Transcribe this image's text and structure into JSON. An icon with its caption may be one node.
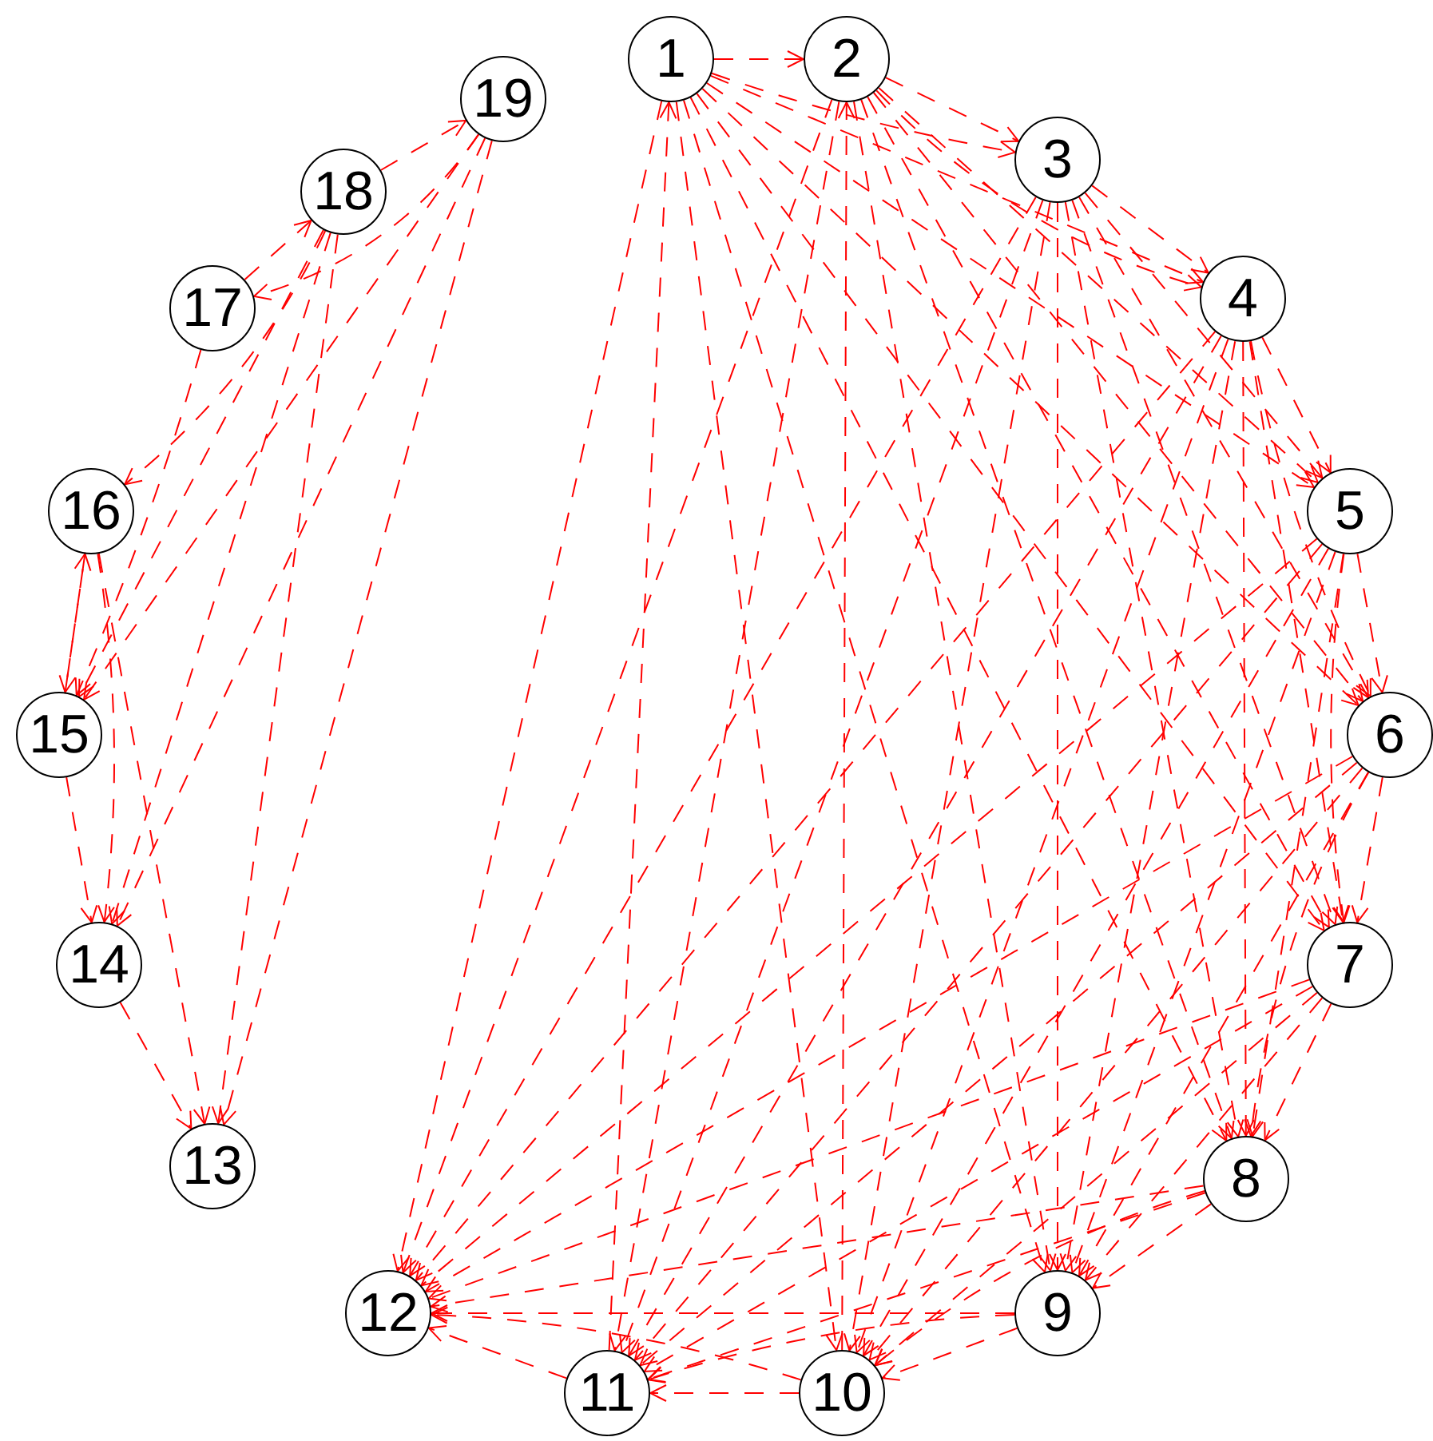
{
  "diagram": {
    "nodes": [
      {
        "text": [
          "1"
        ]
      },
      {
        "text": [
          "2"
        ]
      },
      {
        "text": [
          "3"
        ]
      },
      {
        "text": [
          "4"
        ]
      },
      {
        "text": [
          "5"
        ]
      },
      {
        "text": [
          "6"
        ]
      },
      {
        "text": [
          "7"
        ]
      },
      {
        "text": [
          "8"
        ]
      },
      {
        "text": [
          "9"
        ]
      },
      {
        "text": [
          "10"
        ]
      },
      {
        "text": [
          "11"
        ]
      },
      {
        "text": [
          "12"
        ]
      },
      {
        "text": [
          "13"
        ]
      },
      {
        "text": [
          "14"
        ]
      },
      {
        "text": [
          "15"
        ]
      },
      {
        "text": [
          "16"
        ]
      },
      {
        "text": [
          "17"
        ]
      },
      {
        "text": [
          "18"
        ]
      },
      {
        "text": [
          "19"
        ]
      }
    ],
    "edges": [
      {
        "from": 0,
        "to": 1,
        "arrow": "to"
      },
      {
        "from": 0,
        "to": 2,
        "arrow": "to"
      },
      {
        "from": 0,
        "to": 3,
        "arrow": "to"
      },
      {
        "from": 0,
        "to": 4,
        "arrow": "to"
      },
      {
        "from": 0,
        "to": 5,
        "arrow": "to"
      },
      {
        "from": 0,
        "to": 6,
        "arrow": "to"
      },
      {
        "from": 0,
        "to": 7,
        "arrow": "to"
      },
      {
        "from": 0,
        "to": 8,
        "arrow": "to"
      },
      {
        "from": 0,
        "to": 9,
        "arrow": "to"
      },
      {
        "from": 10,
        "to": 0,
        "arrow": "to"
      },
      {
        "from": 0,
        "to": 11,
        "arrow": "to"
      },
      {
        "from": 1,
        "to": 2,
        "arrow": "to"
      },
      {
        "from": 1,
        "to": 3,
        "arrow": "to"
      },
      {
        "from": 1,
        "to": 4,
        "arrow": "to"
      },
      {
        "from": 1,
        "to": 5,
        "arrow": "to"
      },
      {
        "from": 1,
        "to": 6,
        "arrow": "to"
      },
      {
        "from": 1,
        "to": 7,
        "arrow": "to"
      },
      {
        "from": 1,
        "to": 8,
        "arrow": "to"
      },
      {
        "from": 9,
        "to": 1,
        "arrow": "to"
      },
      {
        "from": 1,
        "to": 10,
        "arrow": "to"
      },
      {
        "from": 1,
        "to": 11,
        "arrow": "to"
      },
      {
        "from": 2,
        "to": 3,
        "arrow": "to"
      },
      {
        "from": 2,
        "to": 4,
        "arrow": "to"
      },
      {
        "from": 2,
        "to": 5,
        "arrow": "to"
      },
      {
        "from": 2,
        "to": 6,
        "arrow": "to"
      },
      {
        "from": 2,
        "to": 7,
        "arrow": "to"
      },
      {
        "from": 2,
        "to": 8,
        "arrow": "to"
      },
      {
        "from": 2,
        "to": 9,
        "arrow": "to"
      },
      {
        "from": 2,
        "to": 10,
        "arrow": "to"
      },
      {
        "from": 2,
        "to": 11,
        "arrow": "to"
      },
      {
        "from": 3,
        "to": 4,
        "arrow": "to"
      },
      {
        "from": 3,
        "to": 5,
        "arrow": "to"
      },
      {
        "from": 3,
        "to": 6,
        "arrow": "to"
      },
      {
        "from": 3,
        "to": 7,
        "arrow": "to"
      },
      {
        "from": 3,
        "to": 8,
        "arrow": "to"
      },
      {
        "from": 3,
        "to": 9,
        "arrow": "to"
      },
      {
        "from": 3,
        "to": 10,
        "arrow": "to"
      },
      {
        "from": 3,
        "to": 11,
        "arrow": "to"
      },
      {
        "from": 4,
        "to": 5,
        "arrow": "to"
      },
      {
        "from": 4,
        "to": 6,
        "arrow": "to"
      },
      {
        "from": 4,
        "to": 7,
        "arrow": "to"
      },
      {
        "from": 4,
        "to": 8,
        "arrow": "to"
      },
      {
        "from": 4,
        "to": 9,
        "arrow": "to"
      },
      {
        "from": 4,
        "to": 10,
        "arrow": "to"
      },
      {
        "from": 4,
        "to": 11,
        "arrow": "to"
      },
      {
        "from": 5,
        "to": 6,
        "arrow": "to"
      },
      {
        "from": 5,
        "to": 7,
        "arrow": "to"
      },
      {
        "from": 5,
        "to": 8,
        "arrow": "to"
      },
      {
        "from": 5,
        "to": 9,
        "arrow": "to"
      },
      {
        "from": 5,
        "to": 10,
        "arrow": "to"
      },
      {
        "from": 5,
        "to": 11,
        "arrow": "to"
      },
      {
        "from": 6,
        "to": 7,
        "arrow": "to"
      },
      {
        "from": 6,
        "to": 8,
        "arrow": "to"
      },
      {
        "from": 6,
        "to": 9,
        "arrow": "to"
      },
      {
        "from": 6,
        "to": 10,
        "arrow": "to"
      },
      {
        "from": 6,
        "to": 11,
        "arrow": "to"
      },
      {
        "from": 7,
        "to": 8,
        "arrow": "to"
      },
      {
        "from": 7,
        "to": 9,
        "arrow": "to"
      },
      {
        "from": 7,
        "to": 10,
        "arrow": "to"
      },
      {
        "from": 7,
        "to": 11,
        "arrow": "to"
      },
      {
        "from": 8,
        "to": 9,
        "arrow": "to"
      },
      {
        "from": 8,
        "to": 10,
        "arrow": "to"
      },
      {
        "from": 8,
        "to": 11,
        "arrow": "to"
      },
      {
        "from": 9,
        "to": 10,
        "arrow": "to"
      },
      {
        "from": 9,
        "to": 11,
        "arrow": "to"
      },
      {
        "from": 10,
        "to": 11,
        "arrow": "to"
      },
      {
        "from": 17,
        "to": 18,
        "arrow": "to"
      },
      {
        "from": 16,
        "to": 17,
        "arrow": "to"
      },
      {
        "from": 14,
        "to": 15,
        "arrow": "to"
      },
      {
        "from": 15,
        "to": 14,
        "arrow": "to"
      },
      {
        "from": 14,
        "to": 13,
        "arrow": "to"
      },
      {
        "from": 13,
        "to": 12,
        "arrow": "to"
      },
      {
        "from": 18,
        "to": 16,
        "arrow": "to"
      },
      {
        "from": 18,
        "to": 14,
        "arrow": "to"
      },
      {
        "from": 18,
        "to": 13,
        "arrow": "to"
      },
      {
        "from": 18,
        "to": 12,
        "arrow": "to"
      },
      {
        "from": 17,
        "to": 15,
        "arrow": "to"
      },
      {
        "from": 17,
        "to": 14,
        "arrow": "to"
      },
      {
        "from": 17,
        "to": 13,
        "arrow": "to"
      },
      {
        "from": 17,
        "to": 12,
        "arrow": "to"
      },
      {
        "from": 16,
        "to": 14,
        "arrow": "to"
      },
      {
        "from": 15,
        "to": 13,
        "arrow": "to"
      },
      {
        "from": 15,
        "to": 12,
        "arrow": "to"
      }
    ]
  }
}
